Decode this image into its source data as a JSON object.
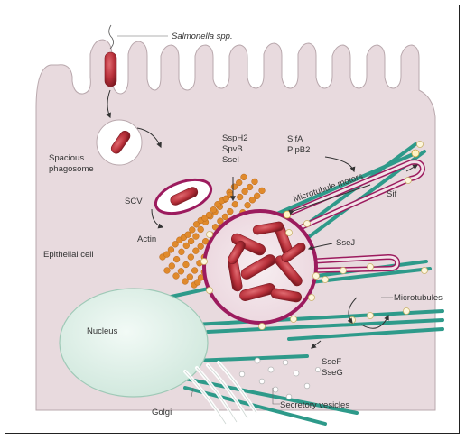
{
  "labels": {
    "salmonella": "Salmonella spp.",
    "spacious_line1": "Spacious",
    "spacious_line2": "phagosome",
    "scv": "SCV",
    "actin": "Actin",
    "epithelial": "Epithelial cell",
    "nucleus": "Nucleus",
    "golgi": "Golgi",
    "effectors_line1": "SspH2",
    "effectors_line2": "SpvB",
    "effectors_line3": "SseI",
    "sifa": "SifA",
    "pipb2": "PipB2",
    "motors": "Microtubule motors",
    "sif": "Sif",
    "ssej": "SseJ",
    "microtubules": "Microtubules",
    "ssef": "SseF",
    "sseg": "SseG",
    "secretory": "Secretory vesicles"
  },
  "colors": {
    "cell": "#e8dade",
    "vacuole_border": "#9c1b5e",
    "vacuole_fill": "#f2e2e8",
    "bacteria": "#b8303a",
    "microtubule": "#2e9a8a",
    "actin": "#e08a2c",
    "nucleus": "#dcefe8",
    "vesicle": "#fdf6dc"
  }
}
